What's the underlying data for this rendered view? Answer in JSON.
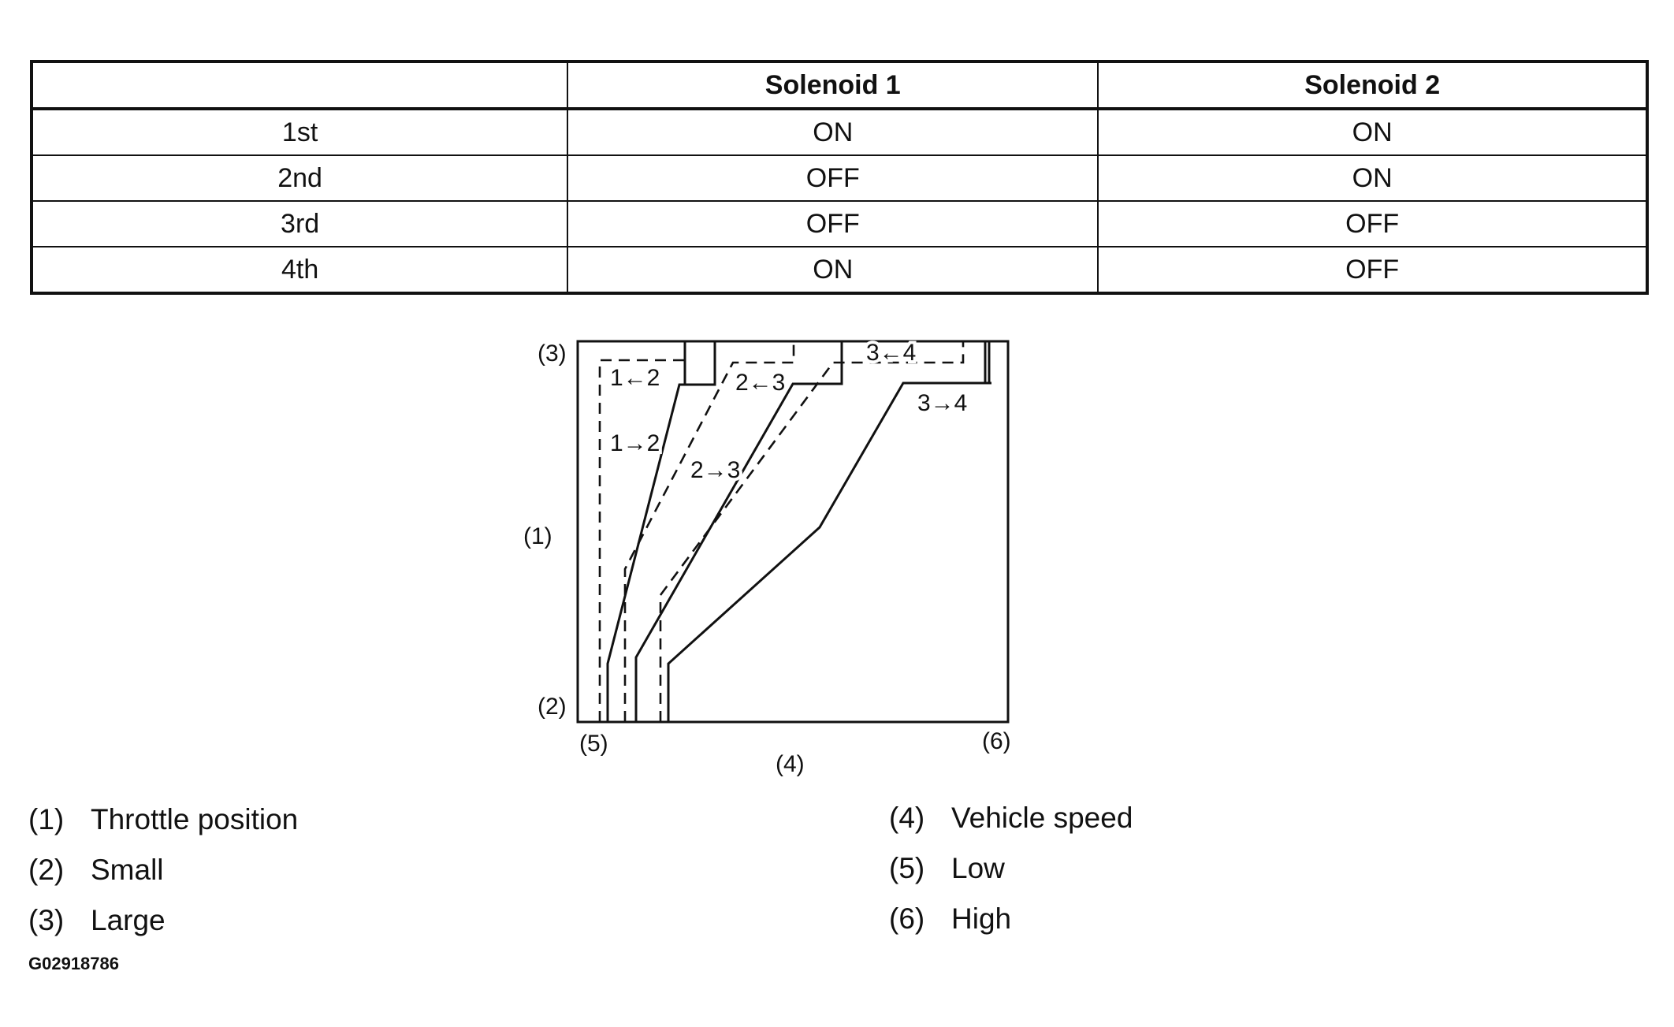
{
  "table": {
    "headers": [
      "",
      "Solenoid 1",
      "Solenoid 2"
    ],
    "rows": [
      [
        "1st",
        "ON",
        "ON"
      ],
      [
        "2nd",
        "OFF",
        "ON"
      ],
      [
        "3rd",
        "OFF",
        "OFF"
      ],
      [
        "4th",
        "ON",
        "OFF"
      ]
    ]
  },
  "diagram": {
    "labels": {
      "large": "(3)",
      "throttle": "(1)",
      "small": "(2)",
      "low": "(5)",
      "speed": "(4)",
      "high": "(6)"
    },
    "shift_labels": {
      "down12": "1←2",
      "up12": "1→2",
      "down23": "2←3",
      "up23": "2→3",
      "down34": "3←4",
      "up34": "3→4"
    },
    "line_styles": {
      "upshift": "solid",
      "downshift": "dashed"
    }
  },
  "legend": [
    {
      "num": "(1)",
      "text": "Throttle position"
    },
    {
      "num": "(2)",
      "text": "Small"
    },
    {
      "num": "(3)",
      "text": "Large"
    },
    {
      "num": "(4)",
      "text": "Vehicle speed"
    },
    {
      "num": "(5)",
      "text": "Low"
    },
    {
      "num": "(6)",
      "text": "High"
    }
  ],
  "figure_id": "G02918786"
}
